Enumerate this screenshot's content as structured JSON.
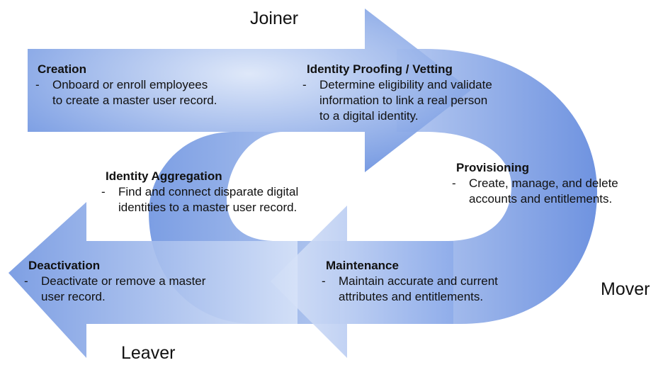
{
  "diagram": {
    "colors": {
      "arrow_dark": "#6f93e0",
      "arrow_light": "#dbe5f8",
      "text": "#111111"
    },
    "stages": {
      "joiner": "Joiner",
      "mover": "Mover",
      "leaver": "Leaver"
    },
    "steps": [
      {
        "id": "creation",
        "title": "Creation",
        "bullet": "-",
        "lines": [
          "Onboard or enroll employees",
          "to create a master user record."
        ]
      },
      {
        "id": "identity-proofing",
        "title": "Identity Proofing / Vetting",
        "bullet": "-",
        "lines": [
          "Determine eligibility and validate",
          "information to link a real person",
          "to a digital identity."
        ]
      },
      {
        "id": "provisioning",
        "title": "Provisioning",
        "bullet": "-",
        "lines": [
          "Create, manage, and delete",
          "accounts and entitlements."
        ]
      },
      {
        "id": "maintenance",
        "title": "Maintenance",
        "bullet": "-",
        "lines": [
          "Maintain accurate and current",
          "attributes and entitlements."
        ]
      },
      {
        "id": "identity-aggregation",
        "title": "Identity Aggregation",
        "bullet": "-",
        "lines": [
          "Find and connect disparate digital",
          "identities to a master user record."
        ]
      },
      {
        "id": "deactivation",
        "title": "Deactivation",
        "bullet": "-",
        "lines": [
          "Deactivate or remove a master",
          "user record."
        ]
      }
    ]
  }
}
